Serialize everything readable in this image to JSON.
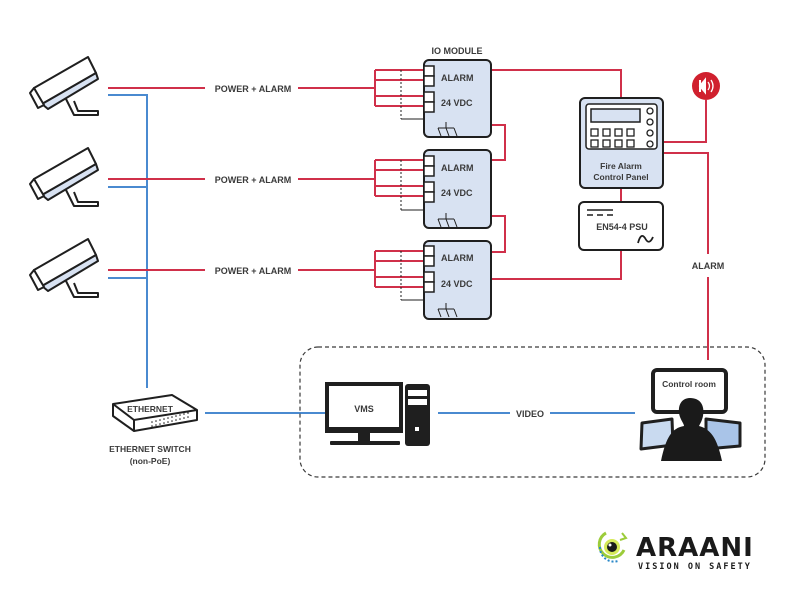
{
  "colors": {
    "power_alarm_line": "#d0304a",
    "network_line": "#4a8ad0",
    "device_fill": "#d8e2f2",
    "outline": "#1f1f1f",
    "label_text": "#3a3a3a",
    "beacon": "#d0202e"
  },
  "cameras": [
    {
      "icon": "cctv-camera-icon",
      "link_label": "POWER + ALARM"
    },
    {
      "icon": "cctv-camera-icon",
      "link_label": "POWER + ALARM"
    },
    {
      "icon": "cctv-camera-icon",
      "link_label": "POWER + ALARM"
    }
  ],
  "io_module": {
    "title": "IO MODULE",
    "modules": [
      {
        "alarm_label": "ALARM",
        "power_label": "24 VDC",
        "ground_icon": "ground-icon"
      },
      {
        "alarm_label": "ALARM",
        "power_label": "24 VDC",
        "ground_icon": "ground-icon"
      },
      {
        "alarm_label": "ALARM",
        "power_label": "24 VDC",
        "ground_icon": "ground-icon"
      }
    ]
  },
  "fire_panel": {
    "line1": "Fire Alarm",
    "line2": "Control Panel"
  },
  "psu": {
    "label": "EN54-4 PSU",
    "icons": [
      "dc-icon",
      "ac-icon"
    ]
  },
  "beacon": {
    "icon": "sounder-beacon-icon"
  },
  "alarm_link_label": "ALARM",
  "switch": {
    "body_label": "ETHERNET",
    "caption_line1": "ETHERNET SWITCH",
    "caption_line2": "(non-PoE)"
  },
  "vms": {
    "label": "VMS"
  },
  "video_link_label": "VIDEO",
  "control_room": {
    "label": "Control room"
  },
  "logo": {
    "name": "ARAANI",
    "tagline": "VISION ON SAFETY"
  }
}
